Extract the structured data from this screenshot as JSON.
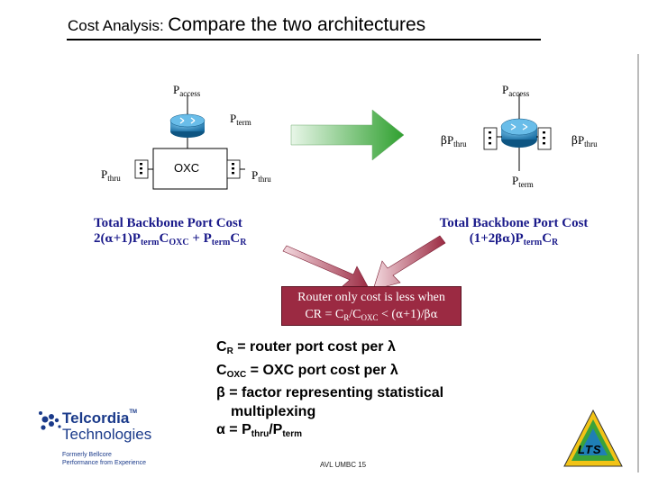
{
  "title": {
    "prefix": "Cost Analysis:",
    "main": "Compare the two architectures"
  },
  "left": {
    "p_access": "P",
    "p_access_sub": "access",
    "p_term": "P",
    "p_term_sub": "term",
    "p_thru_left": "P",
    "p_thru_left_sub": "thru",
    "oxc": "OXC",
    "p_thru_right": "P",
    "p_thru_right_sub": "thru",
    "cost_heading": "Total Backbone Port Cost",
    "cost_formula": {
      "a": "2(",
      "alpha": "α",
      "b": "+1)P",
      "sub1": "term",
      "c": "C",
      "sub2": "OXC",
      "d": " + P",
      "sub3": "term",
      "e": "C",
      "sub4": "R"
    }
  },
  "right": {
    "p_access": "P",
    "p_access_sub": "access",
    "beta_left": "β",
    "p_thru_left": "P",
    "p_thru_left_sub": "thru",
    "beta_right": "β",
    "p_thru_right": "P",
    "p_thru_right_sub": "thru",
    "p_term": "P",
    "p_term_sub": "term",
    "cost_heading": "Total Backbone Port Cost",
    "cost_formula": {
      "a": "(1+2",
      "beta": "β",
      "alpha": "α",
      "b": ")P",
      "sub1": "term",
      "c": "C",
      "sub2": "R"
    }
  },
  "note": {
    "line1": "Router only cost is less when",
    "line2": {
      "a": "CR = C",
      "sub1": "R",
      "b": "/C",
      "sub2": "OXC",
      "c": " < (",
      "alpha": "α",
      "d": "+1)/",
      "beta": "β",
      "alpha2": "α"
    }
  },
  "definitions": {
    "d1": {
      "a": "C",
      "sub": "R",
      "b": "  = router port cost per ",
      "lambda": "λ"
    },
    "d2": {
      "a": "C",
      "sub": "OXC",
      "b": " = OXC port cost per ",
      "lambda": "λ"
    },
    "d3": {
      "beta": "β",
      "b": " = factor representing statistical"
    },
    "d3b": "multiplexing",
    "d4": {
      "alpha": "α",
      "b": " = P",
      "sub1": "thru",
      "c": "/P",
      "sub2": "term"
    }
  },
  "logo": {
    "line1": "Telcordia",
    "line2": "Technologies",
    "tag1": "Formerly Bellcore",
    "tag2": "Performance from Experience",
    "tm": "TM"
  },
  "badge": "LTS",
  "footer": "AVL UMBC 15",
  "colors": {
    "arrow": "#2fa02f",
    "note_bg": "#9b2a42",
    "cost_text": "#1a1a8a",
    "router": "#1f7fb5"
  }
}
